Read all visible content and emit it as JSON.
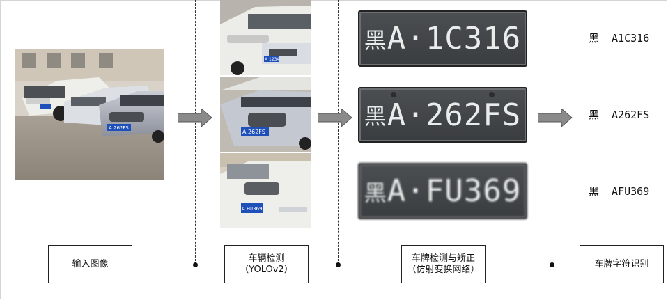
{
  "stages": [
    {
      "line1": "输入图像",
      "line2": ""
    },
    {
      "line1": "车辆检测",
      "line2": "（YOLOv2）"
    },
    {
      "line1": "车牌检测与矫正",
      "line2": "（仿射变换网络）"
    },
    {
      "line1": "车牌字符识别",
      "line2": ""
    }
  ],
  "scene_plate": "A 262FS",
  "crops": [
    {
      "plate": "A 1234"
    },
    {
      "plate": "A 262FS"
    },
    {
      "plate": "A FU369"
    }
  ],
  "plates": [
    {
      "province": "黑",
      "sep": "A·",
      "code": "1C316"
    },
    {
      "province": "黑",
      "sep": "A·",
      "code": "262FS"
    },
    {
      "province": "黑",
      "sep": "A·",
      "code": "FU369"
    }
  ],
  "results": [
    "黑  A1C316",
    "黑  A262FS",
    "黑  AFU369"
  ],
  "colors": {
    "plate_bg": "#3f4245",
    "plate_text": "#e8ecea",
    "arrow": "#8a8a8a",
    "blue_plate": "#1f4fb8"
  }
}
